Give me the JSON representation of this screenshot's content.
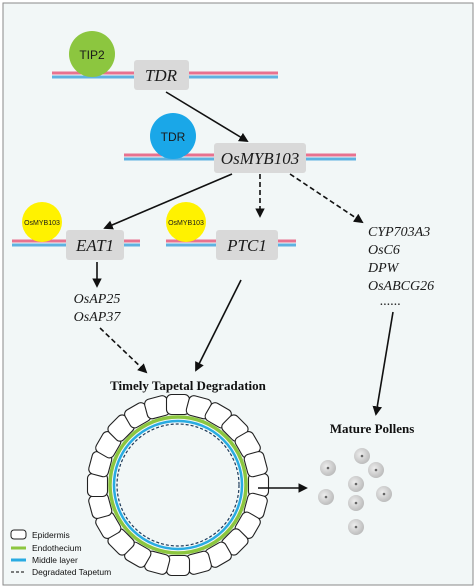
{
  "regulators": {
    "tip2": "TIP2",
    "tdr_circle": "TDR",
    "osmyb103_a": "OsMYB103",
    "osmyb103_b": "OsMYB103"
  },
  "genes": {
    "tdr": "TDR",
    "osmyb103": "OsMYB103",
    "eat1": "EAT1",
    "ptc1": "PTC1"
  },
  "targets_eat1": [
    "OsAP25",
    "OsAP37"
  ],
  "targets_osmyb103": [
    "CYP703A3",
    "OsC6",
    "DPW",
    "OsABCG26",
    "......"
  ],
  "outcomes": {
    "tapetal": "Timely Tapetal Degradation",
    "pollen": "Mature Pollens"
  },
  "legend": [
    {
      "label": "Epidermis",
      "icon": "rounded-box-icon"
    },
    {
      "label": "Endothecium",
      "icon": "green-line-icon"
    },
    {
      "label": "Middle layer",
      "icon": "blue-line-icon"
    },
    {
      "label": "Degradated Tapetum",
      "icon": "dashed-line-icon"
    }
  ],
  "colors": {
    "background": "#f2f7f7",
    "dna_red": "#e8728f",
    "dna_blue": "#5fb2e0",
    "tip2": "#8cc63f",
    "tdr": "#1aa7e8",
    "osmyb103": "#fff200",
    "gene_box": "#d9d9d9",
    "endothecium": "#8cc63f",
    "middle_layer": "#29abe2",
    "pollen": "#cfcfcf"
  }
}
